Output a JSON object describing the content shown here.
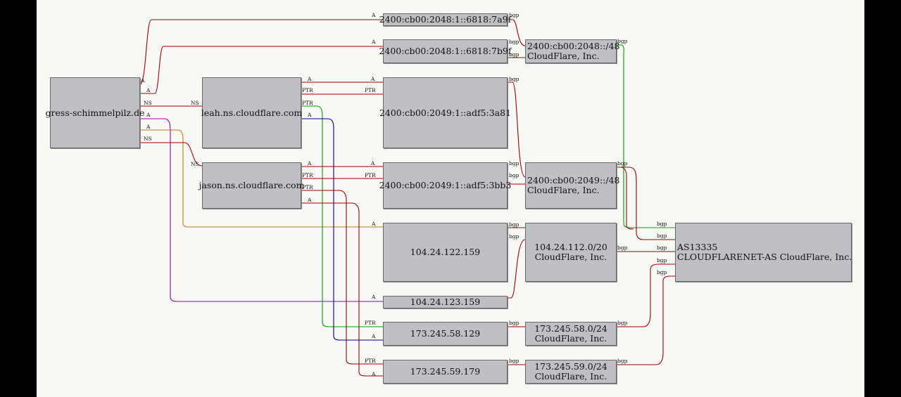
{
  "nodes": {
    "domain": "gress-schimmelpilz.de",
    "ns_leah": "leah.ns.cloudflare.com",
    "ns_jason": "jason.ns.cloudflare.com",
    "ip6_7a9f": "2400:cb00:2048:1::6818:7a9f",
    "ip6_7b9f": "2400:cb00:2048:1::6818:7b9f",
    "ip6_3a81": "2400:cb00:2049:1::adf5:3a81",
    "ip6_3bb3": "2400:cb00:2049:1::adf5:3bb3",
    "ip4_122": "104.24.122.159",
    "ip4_123": "104.24.123.159",
    "ip4_58": "173.245.58.129",
    "ip4_59": "173.245.59.179",
    "pfx_2048": {
      "line1": "2400:cb00:2048::/48",
      "line2": "CloudFlare, Inc."
    },
    "pfx_2049": {
      "line1": "2400:cb00:2049::/48",
      "line2": "CloudFlare, Inc."
    },
    "pfx_104": {
      "line1": "104.24.112.0/20",
      "line2": "CloudFlare, Inc."
    },
    "pfx_58": {
      "line1": "173.245.58.0/24",
      "line2": "CloudFlare, Inc."
    },
    "pfx_59": {
      "line1": "173.245.59.0/24",
      "line2": "CloudFlare, Inc."
    },
    "asn": {
      "line1": "AS13335",
      "line2": "CLOUDFLARENET-AS CloudFlare, Inc."
    }
  },
  "edge_labels": {
    "a": "A",
    "ns": "NS",
    "ptr": "PTR",
    "bgp": "bgp"
  },
  "colors": {
    "dns": "#a00000",
    "green": "#00a000",
    "navy": "#000080",
    "purple": "#a000a0",
    "orange": "#c08000",
    "box_fill": "#c0bfc3"
  }
}
